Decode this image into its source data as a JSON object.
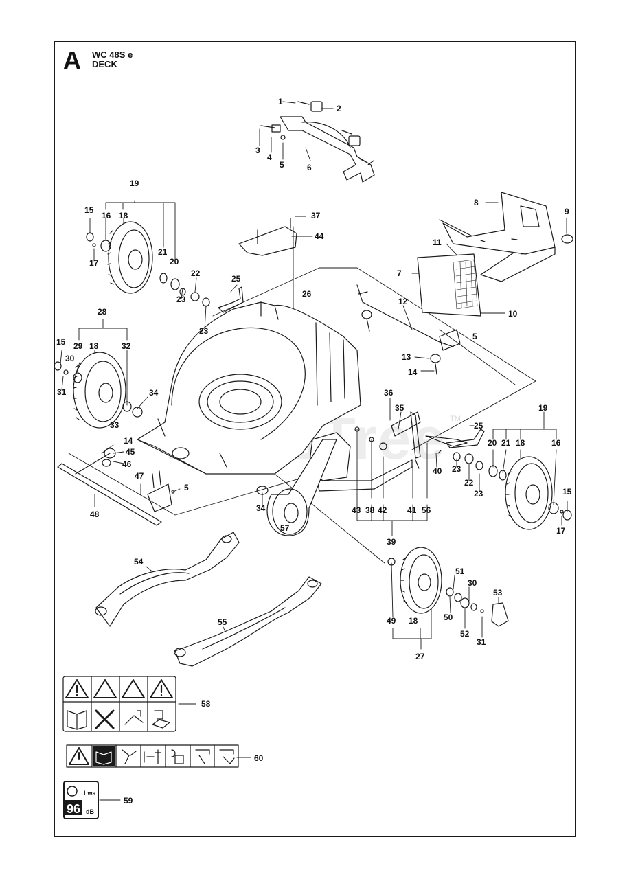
{
  "header": {
    "letter": "A",
    "model": "WC 48S e",
    "section": "DECK"
  },
  "watermark": {
    "text": "PartsTree",
    "tm": "TM"
  },
  "part_labels": [
    {
      "id": "1",
      "text": "1"
    },
    {
      "id": "2",
      "text": "2"
    },
    {
      "id": "3",
      "text": "3"
    },
    {
      "id": "4",
      "text": "4"
    },
    {
      "id": "5a",
      "text": "5"
    },
    {
      "id": "6",
      "text": "6"
    },
    {
      "id": "19a",
      "text": "19"
    },
    {
      "id": "15a",
      "text": "15"
    },
    {
      "id": "16a",
      "text": "16"
    },
    {
      "id": "18a",
      "text": "18"
    },
    {
      "id": "21a",
      "text": "21"
    },
    {
      "id": "20a",
      "text": "20"
    },
    {
      "id": "17a",
      "text": "17"
    },
    {
      "id": "22a",
      "text": "22"
    },
    {
      "id": "23a",
      "text": "23"
    },
    {
      "id": "23b",
      "text": "23"
    },
    {
      "id": "25a",
      "text": "25"
    },
    {
      "id": "37",
      "text": "37"
    },
    {
      "id": "44",
      "text": "44"
    },
    {
      "id": "8",
      "text": "8"
    },
    {
      "id": "9",
      "text": "9"
    },
    {
      "id": "11",
      "text": "11"
    },
    {
      "id": "7",
      "text": "7"
    },
    {
      "id": "10",
      "text": "10"
    },
    {
      "id": "12",
      "text": "12"
    },
    {
      "id": "26",
      "text": "26"
    },
    {
      "id": "28",
      "text": "28"
    },
    {
      "id": "15b",
      "text": "15"
    },
    {
      "id": "29",
      "text": "29"
    },
    {
      "id": "18b",
      "text": "18"
    },
    {
      "id": "32",
      "text": "32"
    },
    {
      "id": "30a",
      "text": "30"
    },
    {
      "id": "31a",
      "text": "31"
    },
    {
      "id": "34a",
      "text": "34"
    },
    {
      "id": "33",
      "text": "33"
    },
    {
      "id": "5b",
      "text": "5"
    },
    {
      "id": "13",
      "text": "13"
    },
    {
      "id": "14a",
      "text": "14"
    },
    {
      "id": "36",
      "text": "36"
    },
    {
      "id": "35",
      "text": "35"
    },
    {
      "id": "19b",
      "text": "19"
    },
    {
      "id": "25b",
      "text": "25"
    },
    {
      "id": "20b",
      "text": "20"
    },
    {
      "id": "21b",
      "text": "21"
    },
    {
      "id": "18c",
      "text": "18"
    },
    {
      "id": "16b",
      "text": "16"
    },
    {
      "id": "14b",
      "text": "14"
    },
    {
      "id": "45",
      "text": "45"
    },
    {
      "id": "46",
      "text": "46"
    },
    {
      "id": "47",
      "text": "47"
    },
    {
      "id": "5c",
      "text": "5"
    },
    {
      "id": "48",
      "text": "48"
    },
    {
      "id": "34b",
      "text": "34"
    },
    {
      "id": "40",
      "text": "40"
    },
    {
      "id": "23c",
      "text": "23"
    },
    {
      "id": "22b",
      "text": "22"
    },
    {
      "id": "23d",
      "text": "23"
    },
    {
      "id": "15c",
      "text": "15"
    },
    {
      "id": "17b",
      "text": "17"
    },
    {
      "id": "43",
      "text": "43"
    },
    {
      "id": "38",
      "text": "38"
    },
    {
      "id": "42",
      "text": "42"
    },
    {
      "id": "41",
      "text": "41"
    },
    {
      "id": "56",
      "text": "56"
    },
    {
      "id": "39",
      "text": "39"
    },
    {
      "id": "57",
      "text": "57"
    },
    {
      "id": "54",
      "text": "54"
    },
    {
      "id": "51",
      "text": "51"
    },
    {
      "id": "30b",
      "text": "30"
    },
    {
      "id": "53",
      "text": "53"
    },
    {
      "id": "50",
      "text": "50"
    },
    {
      "id": "49",
      "text": "49"
    },
    {
      "id": "18d",
      "text": "18"
    },
    {
      "id": "52",
      "text": "52"
    },
    {
      "id": "31b",
      "text": "31"
    },
    {
      "id": "27",
      "text": "27"
    },
    {
      "id": "55",
      "text": "55"
    },
    {
      "id": "58",
      "text": "58"
    },
    {
      "id": "60",
      "text": "60"
    },
    {
      "id": "59",
      "text": "59"
    }
  ],
  "noise_label": {
    "value": "96",
    "unit": "dB",
    "lwa": "Lwa"
  }
}
